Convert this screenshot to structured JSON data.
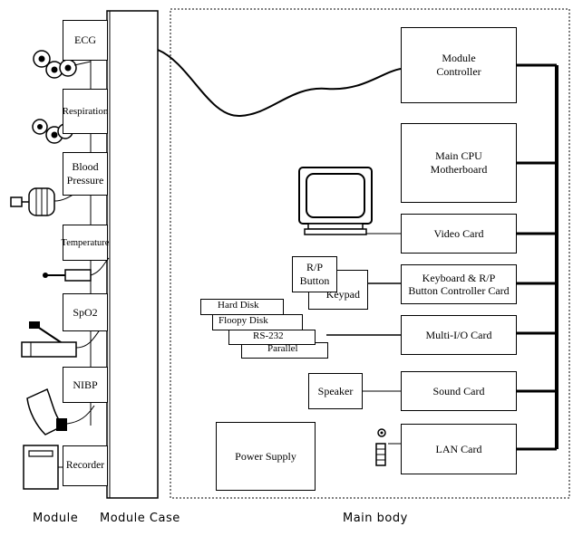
{
  "modules": {
    "ecg": "ECG",
    "respiration": "Respiration",
    "blood_pressure": "Blood Pressure",
    "temperature": "Temperature",
    "spo2": "SpO2",
    "nibp": "NIBP",
    "recorder": "Recorder"
  },
  "main": {
    "module_controller": "Module Controller",
    "main_cpu": "Main CPU Motherboard",
    "video_card": "Video Card",
    "keyboard_card": "Keyboard & R/P Button Controller Card",
    "multi_io_card": "Multi-I/O Card",
    "sound_card": "Sound Card",
    "lan_card": "LAN Card",
    "rp_button": "R/P Button",
    "keypad": "Keypad",
    "speaker": "Speaker",
    "power_supply": "Power Supply",
    "hard_disk": "Hard Disk",
    "floppy_disk": "Floopy Disk",
    "rs232": "RS-232",
    "parallel": "Parallel"
  },
  "captions": {
    "module": "Module",
    "module_case": "Module Case",
    "main_body": "Main body"
  }
}
